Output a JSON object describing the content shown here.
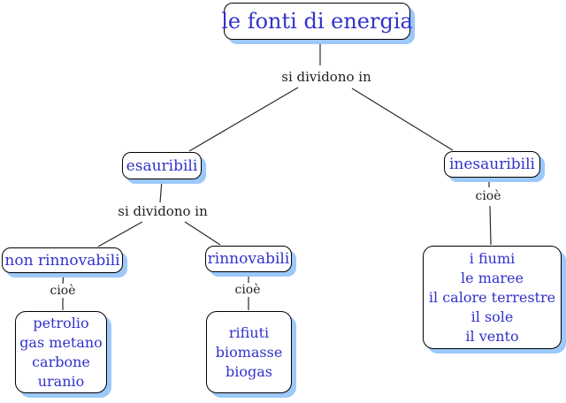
{
  "diagram": {
    "title_node": "le fonti di energia",
    "connector_labels": {
      "root_split": "si dividono in",
      "esauribili_split": "si dividono in",
      "non_rinnovabili_cioe": "cioè",
      "rinnovabili_cioe": "cioè",
      "inesauribili_cioe": "cioè"
    },
    "nodes": {
      "esauribili": {
        "label": "esauribili"
      },
      "inesauribili": {
        "label": "inesauribili"
      },
      "non_rinnovabili": {
        "label": "non rinnovabili"
      },
      "rinnovabili": {
        "label": "rinnovabili"
      },
      "non_rinnovabili_examples": {
        "lines": [
          "petrolio",
          "gas metano",
          "carbone",
          "uranio"
        ]
      },
      "rinnovabili_examples": {
        "lines": [
          "rifiuti",
          "biomasse",
          "biogas"
        ]
      },
      "inesauribili_examples": {
        "lines": [
          "i fiumi",
          "le maree",
          "il calore terrestre",
          "il sole",
          "il vento"
        ]
      }
    },
    "colors": {
      "node_text": "#3232cc",
      "node_border": "#000000",
      "node_shadow": "#9cc8fa",
      "connector_text": "#1f1f1f",
      "line": "#2b2b2b",
      "background": "#ffffff"
    }
  }
}
